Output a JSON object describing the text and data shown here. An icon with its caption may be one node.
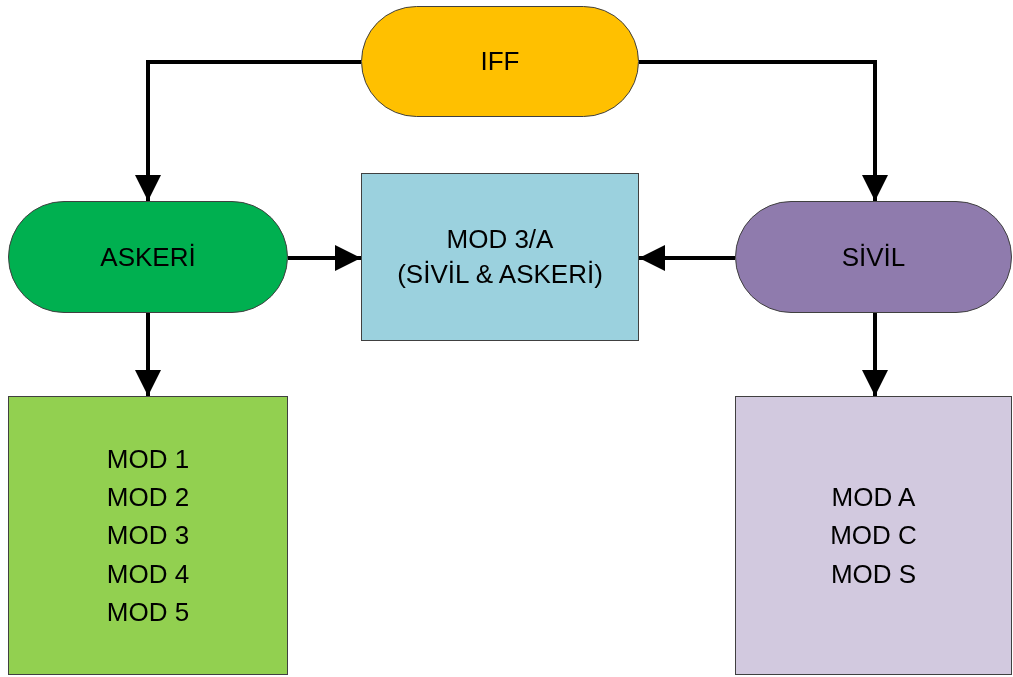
{
  "diagram": {
    "nodes": [
      {
        "text": [
          "IFF"
        ]
      },
      {
        "text": [
          "ASKERİ"
        ]
      },
      {
        "text": [
          "MOD 3/A (SİVİL & ASKERİ)"
        ]
      },
      {
        "text": [
          "SİVİL"
        ]
      },
      {
        "text": [
          "MOD 1",
          "MOD 2",
          "MOD 3",
          "MOD 4",
          "MOD 5"
        ]
      },
      {
        "text": [
          "MOD A",
          "MOD C",
          "MOD S"
        ]
      }
    ],
    "edges": [
      {
        "from": 0,
        "to": 1,
        "arrow": "to"
      },
      {
        "from": 0,
        "to": 3,
        "arrow": "to"
      },
      {
        "from": 1,
        "to": 2,
        "arrow": "to"
      },
      {
        "from": 3,
        "to": 2,
        "arrow": "to"
      },
      {
        "from": 1,
        "to": 4,
        "arrow": "to"
      },
      {
        "from": 3,
        "to": 5,
        "arrow": "to"
      }
    ]
  }
}
